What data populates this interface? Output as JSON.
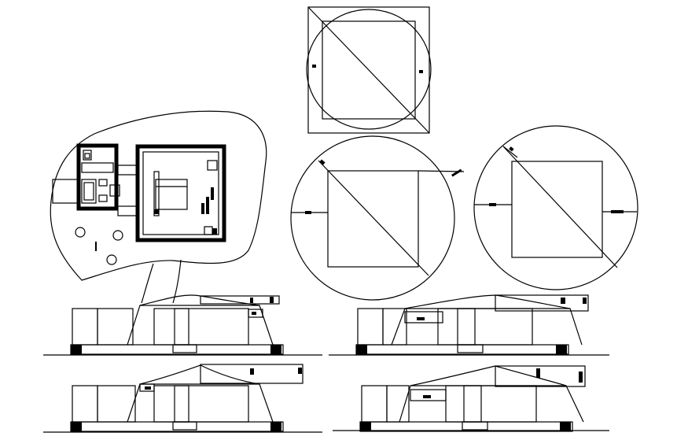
{
  "drawing": {
    "background": "#ffffff",
    "line_color": "#000000",
    "views": [
      {
        "id": "plan",
        "kind": "floor plan with site boundary"
      },
      {
        "id": "roof-square",
        "kind": "roof plan square"
      },
      {
        "id": "roof-circle-left",
        "kind": "roof plan circle"
      },
      {
        "id": "roof-circle-right",
        "kind": "roof plan circle"
      },
      {
        "id": "elevation-1",
        "kind": "elevation"
      },
      {
        "id": "elevation-2",
        "kind": "elevation"
      },
      {
        "id": "elevation-3",
        "kind": "elevation"
      },
      {
        "id": "elevation-4",
        "kind": "elevation"
      }
    ]
  }
}
